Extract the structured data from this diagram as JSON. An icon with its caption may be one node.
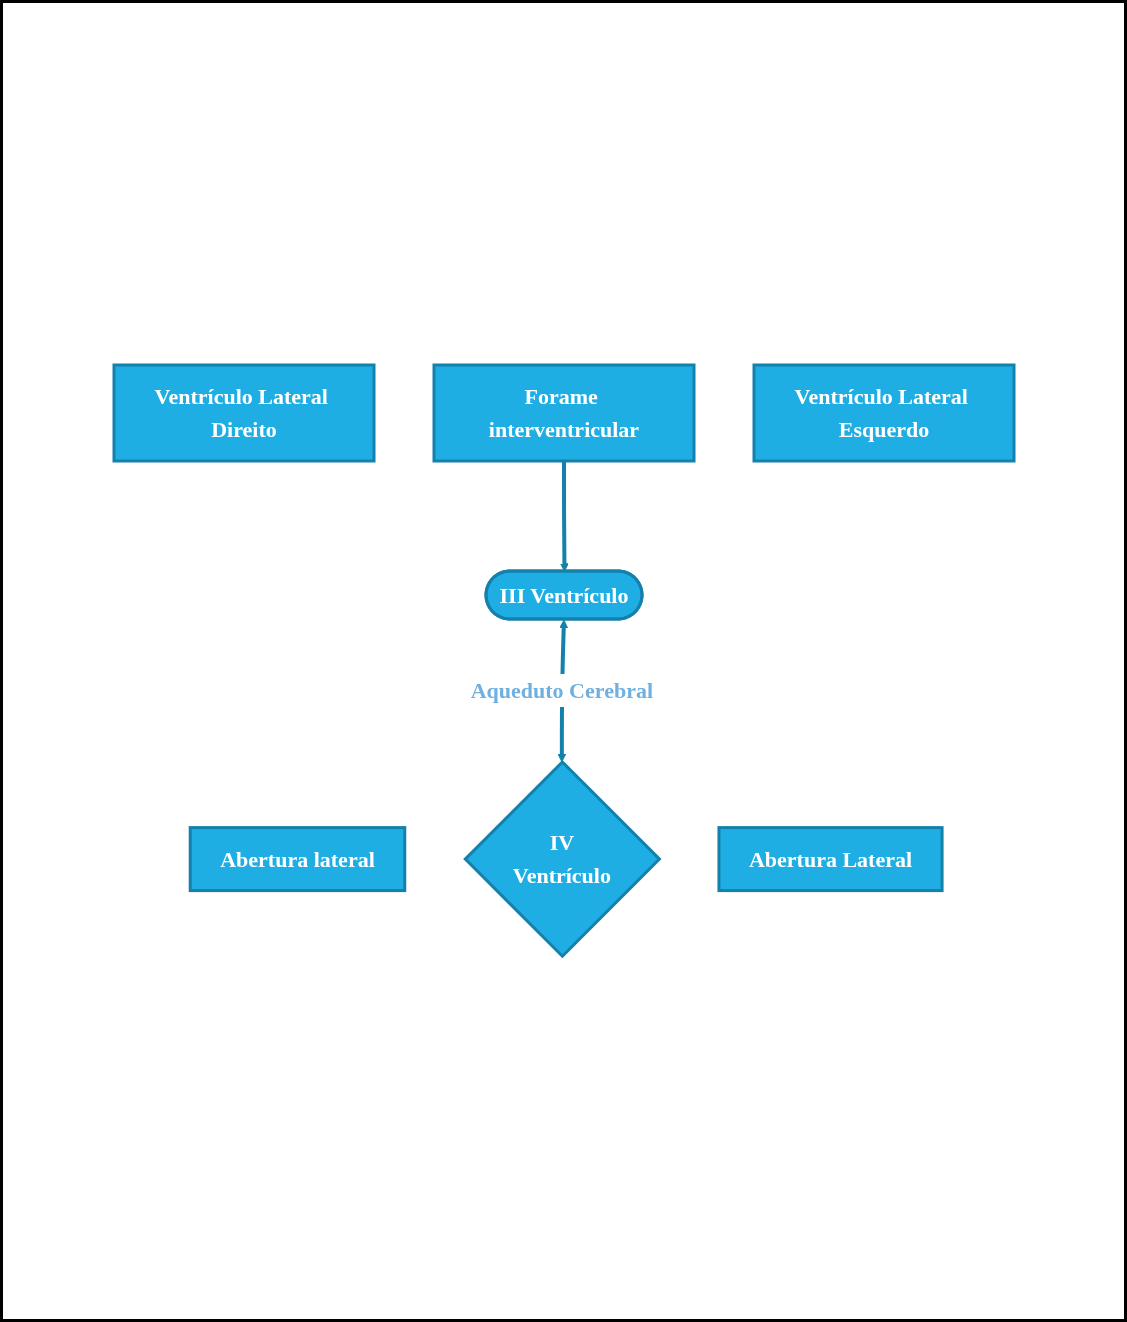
{
  "diagram": {
    "nodes": [
      {
        "text": [
          "Ventrículo Lateral Direito"
        ]
      },
      {
        "text": [
          "Forame interventricular"
        ]
      },
      {
        "text": [
          "Ventrículo Lateral Esquerdo"
        ]
      },
      {
        "text": [
          "III Ventrículo"
        ]
      },
      {
        "text": [
          "IV",
          "Ventrículo"
        ]
      },
      {
        "text": [
          "Abertura lateral"
        ]
      },
      {
        "text": [
          "Abertura Lateral"
        ]
      }
    ],
    "edges": [
      {
        "from": 1,
        "to": 3,
        "arrow": "to"
      },
      {
        "from": 3,
        "to": 4,
        "arrow": "both",
        "label": "Aqueduto Cerebral"
      }
    ]
  }
}
